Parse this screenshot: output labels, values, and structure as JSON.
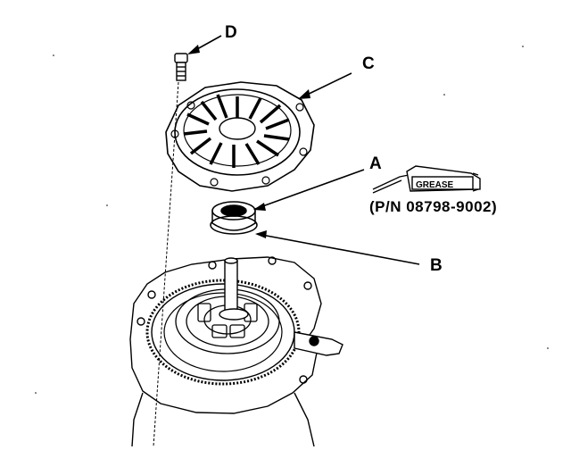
{
  "callouts": {
    "a": "A",
    "b": "B",
    "c": "C",
    "d": "D"
  },
  "grease": {
    "tube_label": "GREASE",
    "part_number": "(P/N 08798-9002)"
  },
  "parts": {
    "a": "release-bearing-seal",
    "b": "release-bearing",
    "c": "pressure-plate",
    "d": "bolt"
  }
}
